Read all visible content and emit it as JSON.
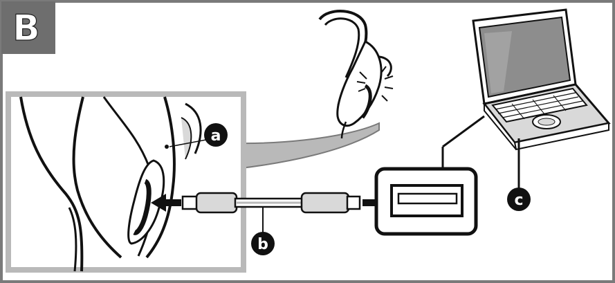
{
  "panel": {
    "letter": "B"
  },
  "callouts": {
    "a": "a",
    "b": "b",
    "c": "c"
  },
  "colors": {
    "frame": "#7a7a7a",
    "panel_tab": "#6e6e6e",
    "ink": "#111111",
    "gray_fill": "#b9b9b9",
    "light_gray": "#d9d9d9",
    "screen": "#8d8d8d"
  },
  "icons": {
    "earpiece": "earphone-icon",
    "laptop": "laptop-icon",
    "cable": "usb-cable-icon",
    "port": "usb-port-icon"
  }
}
